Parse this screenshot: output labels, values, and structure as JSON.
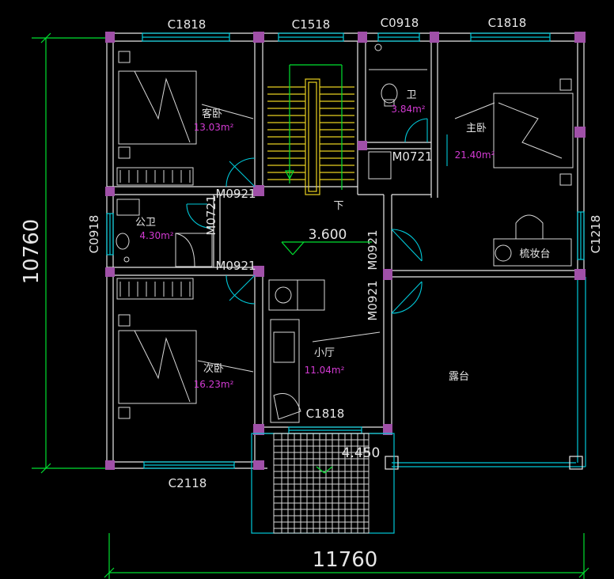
{
  "windows": {
    "top_left": "C1818",
    "top_stair": "C1518",
    "top_bath": "C0918",
    "top_right": "C1818",
    "left_bath": "C0918",
    "right_master": "C1218",
    "hall": "C1818",
    "bottom": "C2118"
  },
  "doors": {
    "guest": "M0921",
    "bath_left": "M0721",
    "bath_public_bottom": "M0921",
    "master_bath": "M0721",
    "hall_top": "M0921",
    "hall_bottom": "M0921"
  },
  "rooms": {
    "guest": {
      "name": "客卧",
      "area": "13.03m²"
    },
    "public_bath": {
      "name": "公卫",
      "area": "4.30m²"
    },
    "second": {
      "name": "次卧",
      "area": "16.23m²"
    },
    "bath": {
      "name": "卫",
      "area": "3.84m²"
    },
    "master": {
      "name": "主卧",
      "area": "21.40m²"
    },
    "hall": {
      "name": "小厅",
      "area": "11.04m²"
    },
    "terrace": {
      "name": "露台"
    }
  },
  "labels": {
    "stair_down": "下",
    "dresser": "梳妆台"
  },
  "levels": {
    "floor": "3.600",
    "terrace_edge": "4.450"
  },
  "dimensions": {
    "height": "10760",
    "width": "11760"
  },
  "colors": {
    "background": "#000000",
    "wall": "#e8e8e8",
    "window": "#00c8d8",
    "column": "#a050a8",
    "area_text": "#d23ad2",
    "dimension_line": "#00e030",
    "stair_handrail": "#e8d020"
  }
}
